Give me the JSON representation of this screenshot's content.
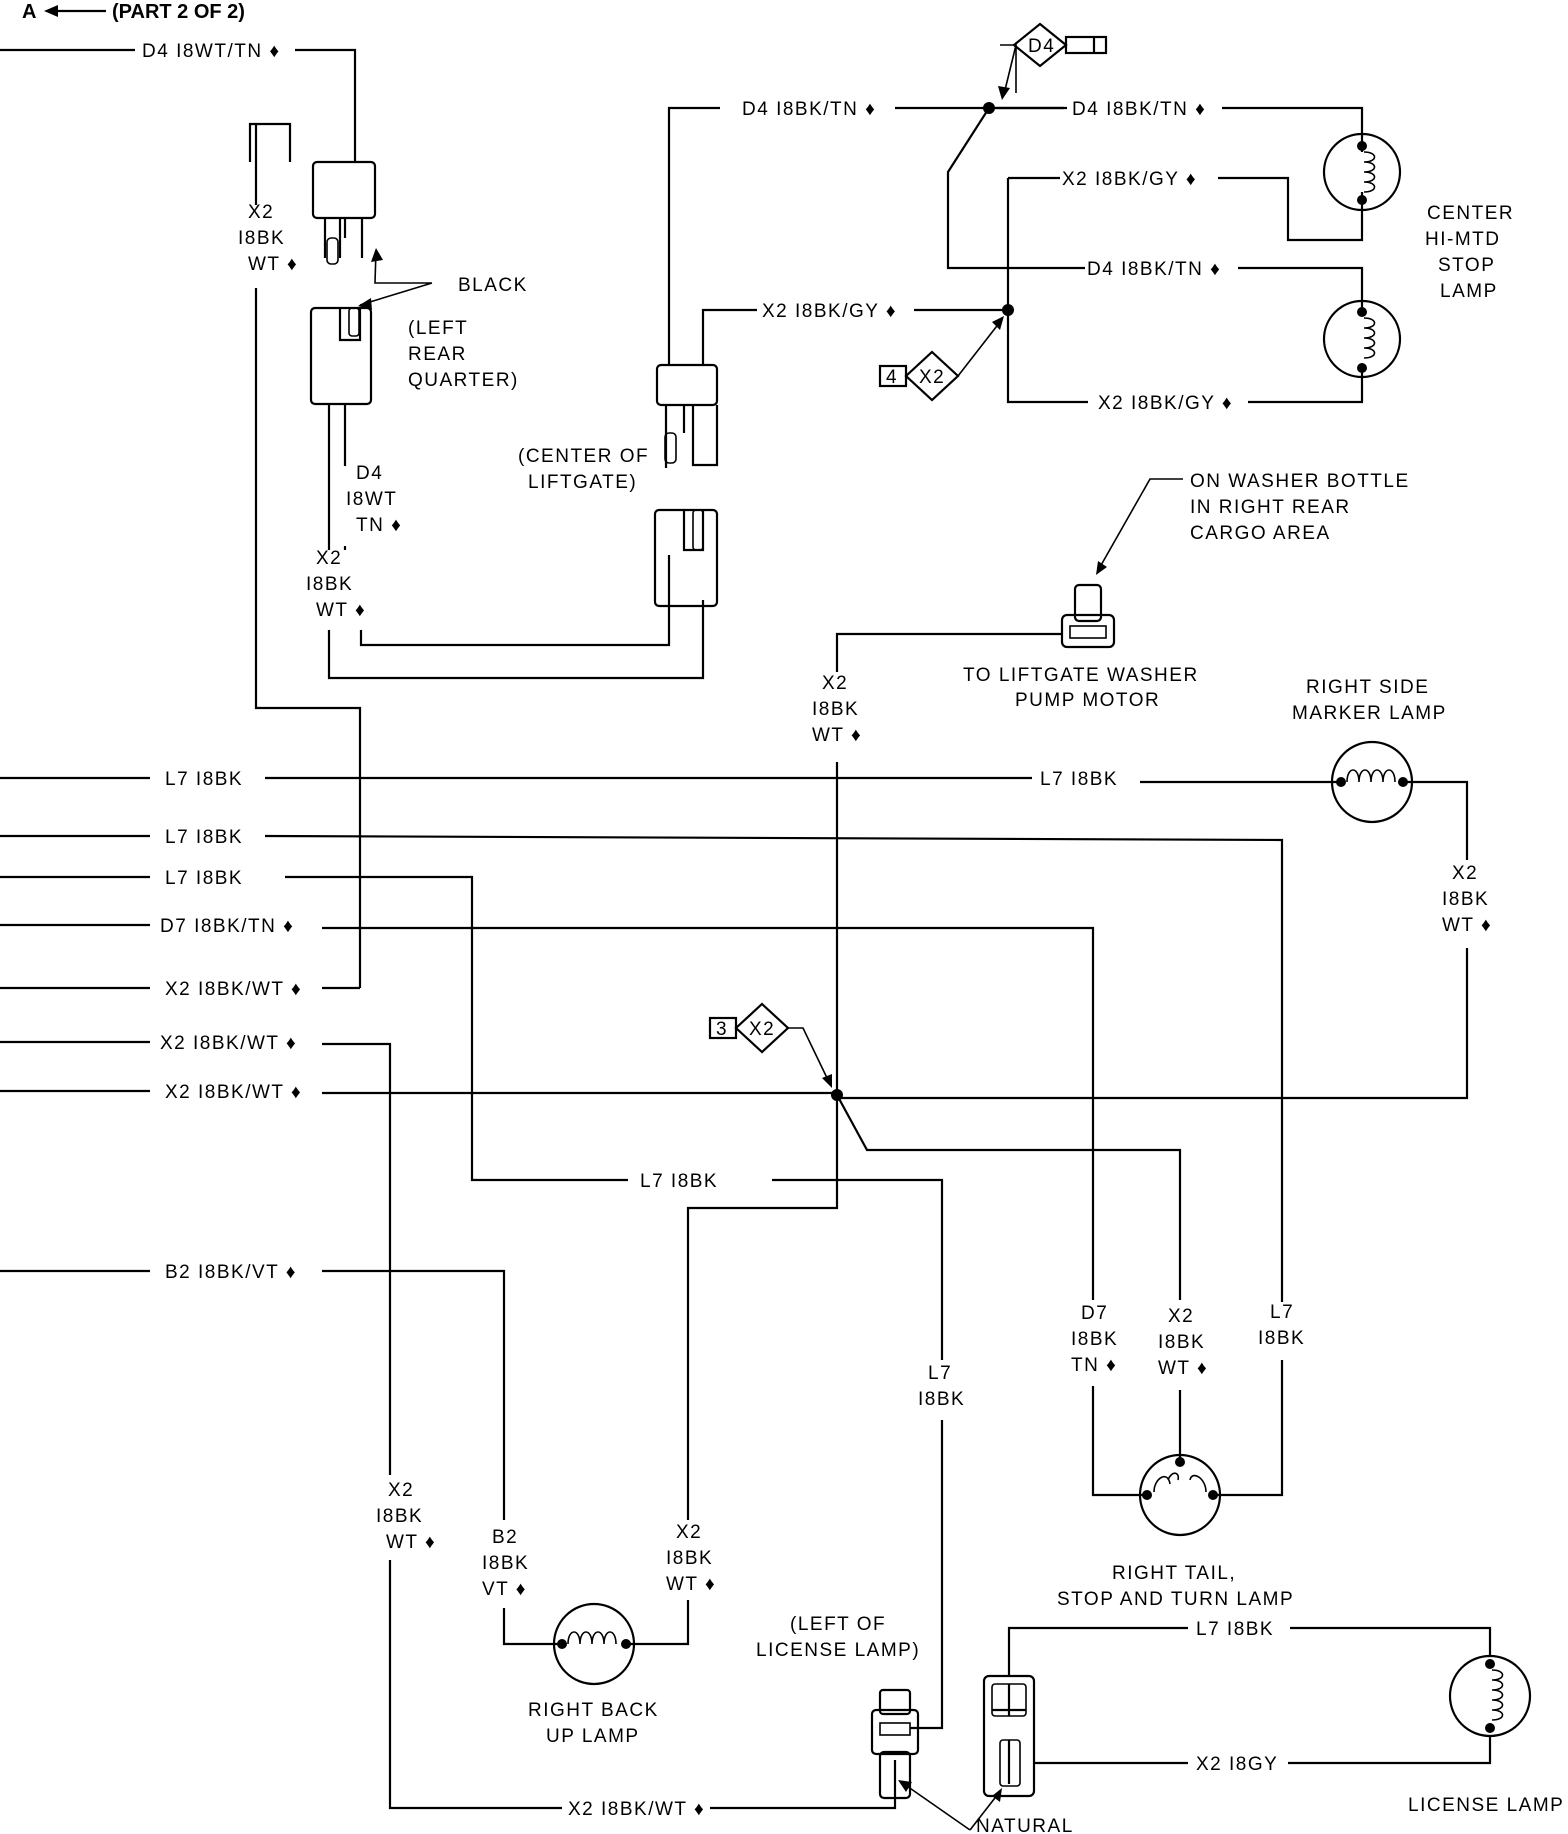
{
  "header": {
    "ref_letter": "A",
    "ref_text": "(PART 2 OF 2)"
  },
  "wires": {
    "top_d4_wttn": "D4  I8WT/TN ♦",
    "d4_bktn_a": "D4  I8BK/TN ♦",
    "d4_bktn_b": "D4  I8BK/TN ♦",
    "d4_bktn_c": "D4  I8BK/TN ♦",
    "x2_bkgy_a": "X2  I8BK/GY ♦",
    "x2_bkgy_b": "X2  I8BK/GY ♦",
    "x2_bkgy_c": "X2  I8BK/GY ♦",
    "l7_a": "L7  I8BK",
    "l7_a_right": "L7  I8BK",
    "l7_b": "L7  I8BK",
    "l7_c": "L7  I8BK",
    "d7_bktn": "D7  I8BK/TN ♦",
    "x2_bkwt_a": "X2  I8BK/WT ♦",
    "x2_bkwt_b": "X2  I8BK/WT ♦",
    "x2_bkwt_c": "X2  I8BK/WT ♦",
    "l7_mid": "L7  I8BK",
    "b2_bkvt": "B2  I8BK/VT ♦",
    "x2_bkwt_bottom": "X2  I8BK/WT ♦",
    "l7_license": "L7  I8BK",
    "x2_gy": "X2  I8GY"
  },
  "vlabels": {
    "v1": [
      "X2",
      "I8BK",
      "WT ♦"
    ],
    "v2": [
      "D4",
      "I8WT",
      "TN ♦"
    ],
    "v3": [
      "X2",
      "I8BK",
      "WT ♦"
    ],
    "v4": [
      "X2",
      "I8BK",
      "WT ♦"
    ],
    "v5": [
      "X2",
      "I8BK",
      "WT ♦"
    ],
    "v6": [
      "D7",
      "I8BK",
      "TN ♦"
    ],
    "v7": [
      "X2",
      "I8BK",
      "WT ♦"
    ],
    "v8": [
      "L7",
      "I8BK"
    ],
    "v9": [
      "L7",
      "I8BK"
    ],
    "v10": [
      "X2",
      "I8BK",
      "WT ♦"
    ],
    "v11": [
      "B2",
      "I8BK",
      "VT ♦"
    ],
    "v12": [
      "X2",
      "I8BK",
      "WT ♦"
    ]
  },
  "splices": {
    "d4": "D4",
    "x2_top": "X2",
    "x2_top_num": "4",
    "x2_mid": "X2",
    "x2_mid_num": "3"
  },
  "labels": {
    "black": "BLACK",
    "left_rear_quarter": [
      "(LEFT",
      "REAR",
      "QUARTER)"
    ],
    "center_of_liftgate": [
      "(CENTER OF",
      "LIFTGATE)"
    ],
    "center_stop_lamp": [
      "CENTER",
      "HI-MTD",
      "STOP",
      "LAMP"
    ],
    "washer_bottle": [
      "ON WASHER BOTTLE",
      "IN RIGHT REAR",
      "CARGO AREA"
    ],
    "washer_pump": [
      "TO LIFTGATE WASHER",
      "PUMP MOTOR"
    ],
    "right_side_marker": [
      "RIGHT SIDE",
      "MARKER LAMP"
    ],
    "right_tail": [
      "RIGHT TAIL,",
      "STOP AND TURN LAMP"
    ],
    "right_backup": [
      "RIGHT BACK",
      "UP LAMP"
    ],
    "left_of_license": [
      "(LEFT OF",
      "LICENSE LAMP)"
    ],
    "license_lamp": "LICENSE LAMP",
    "natural": "NATURAL"
  }
}
